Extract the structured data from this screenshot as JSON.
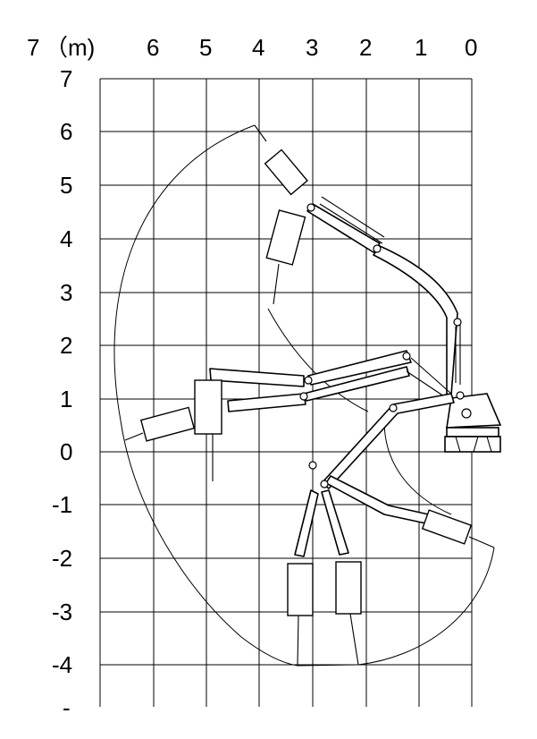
{
  "diagram": {
    "x_axis": {
      "labels": [
        "7",
        "6",
        "5",
        "4",
        "3",
        "2",
        "1",
        "0"
      ],
      "unit_label": "（m)"
    },
    "y_axis": {
      "labels": [
        "7",
        "6",
        "5",
        "4",
        "3",
        "2",
        "1",
        "0",
        "-1",
        "-2",
        "-3",
        "-4",
        "-"
      ]
    }
  }
}
